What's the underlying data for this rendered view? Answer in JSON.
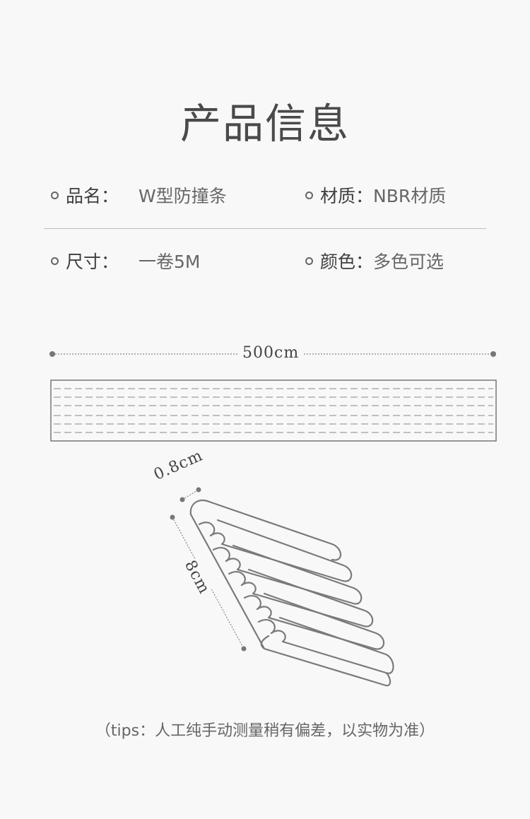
{
  "title": "产品信息",
  "info": {
    "name_label": "品名：",
    "name_value": "W型防撞条",
    "material_label": "材质：",
    "material_value": "NBR材质",
    "size_label": "尺寸：",
    "size_value": "一卷5M",
    "color_label": "颜色：",
    "color_value": "多色可选"
  },
  "dimensions": {
    "length": "500cm",
    "thickness": "0.8cm",
    "width": "8cm"
  },
  "tips": "（tips：人工纯手动测量稍有偏差，以实物为准）"
}
